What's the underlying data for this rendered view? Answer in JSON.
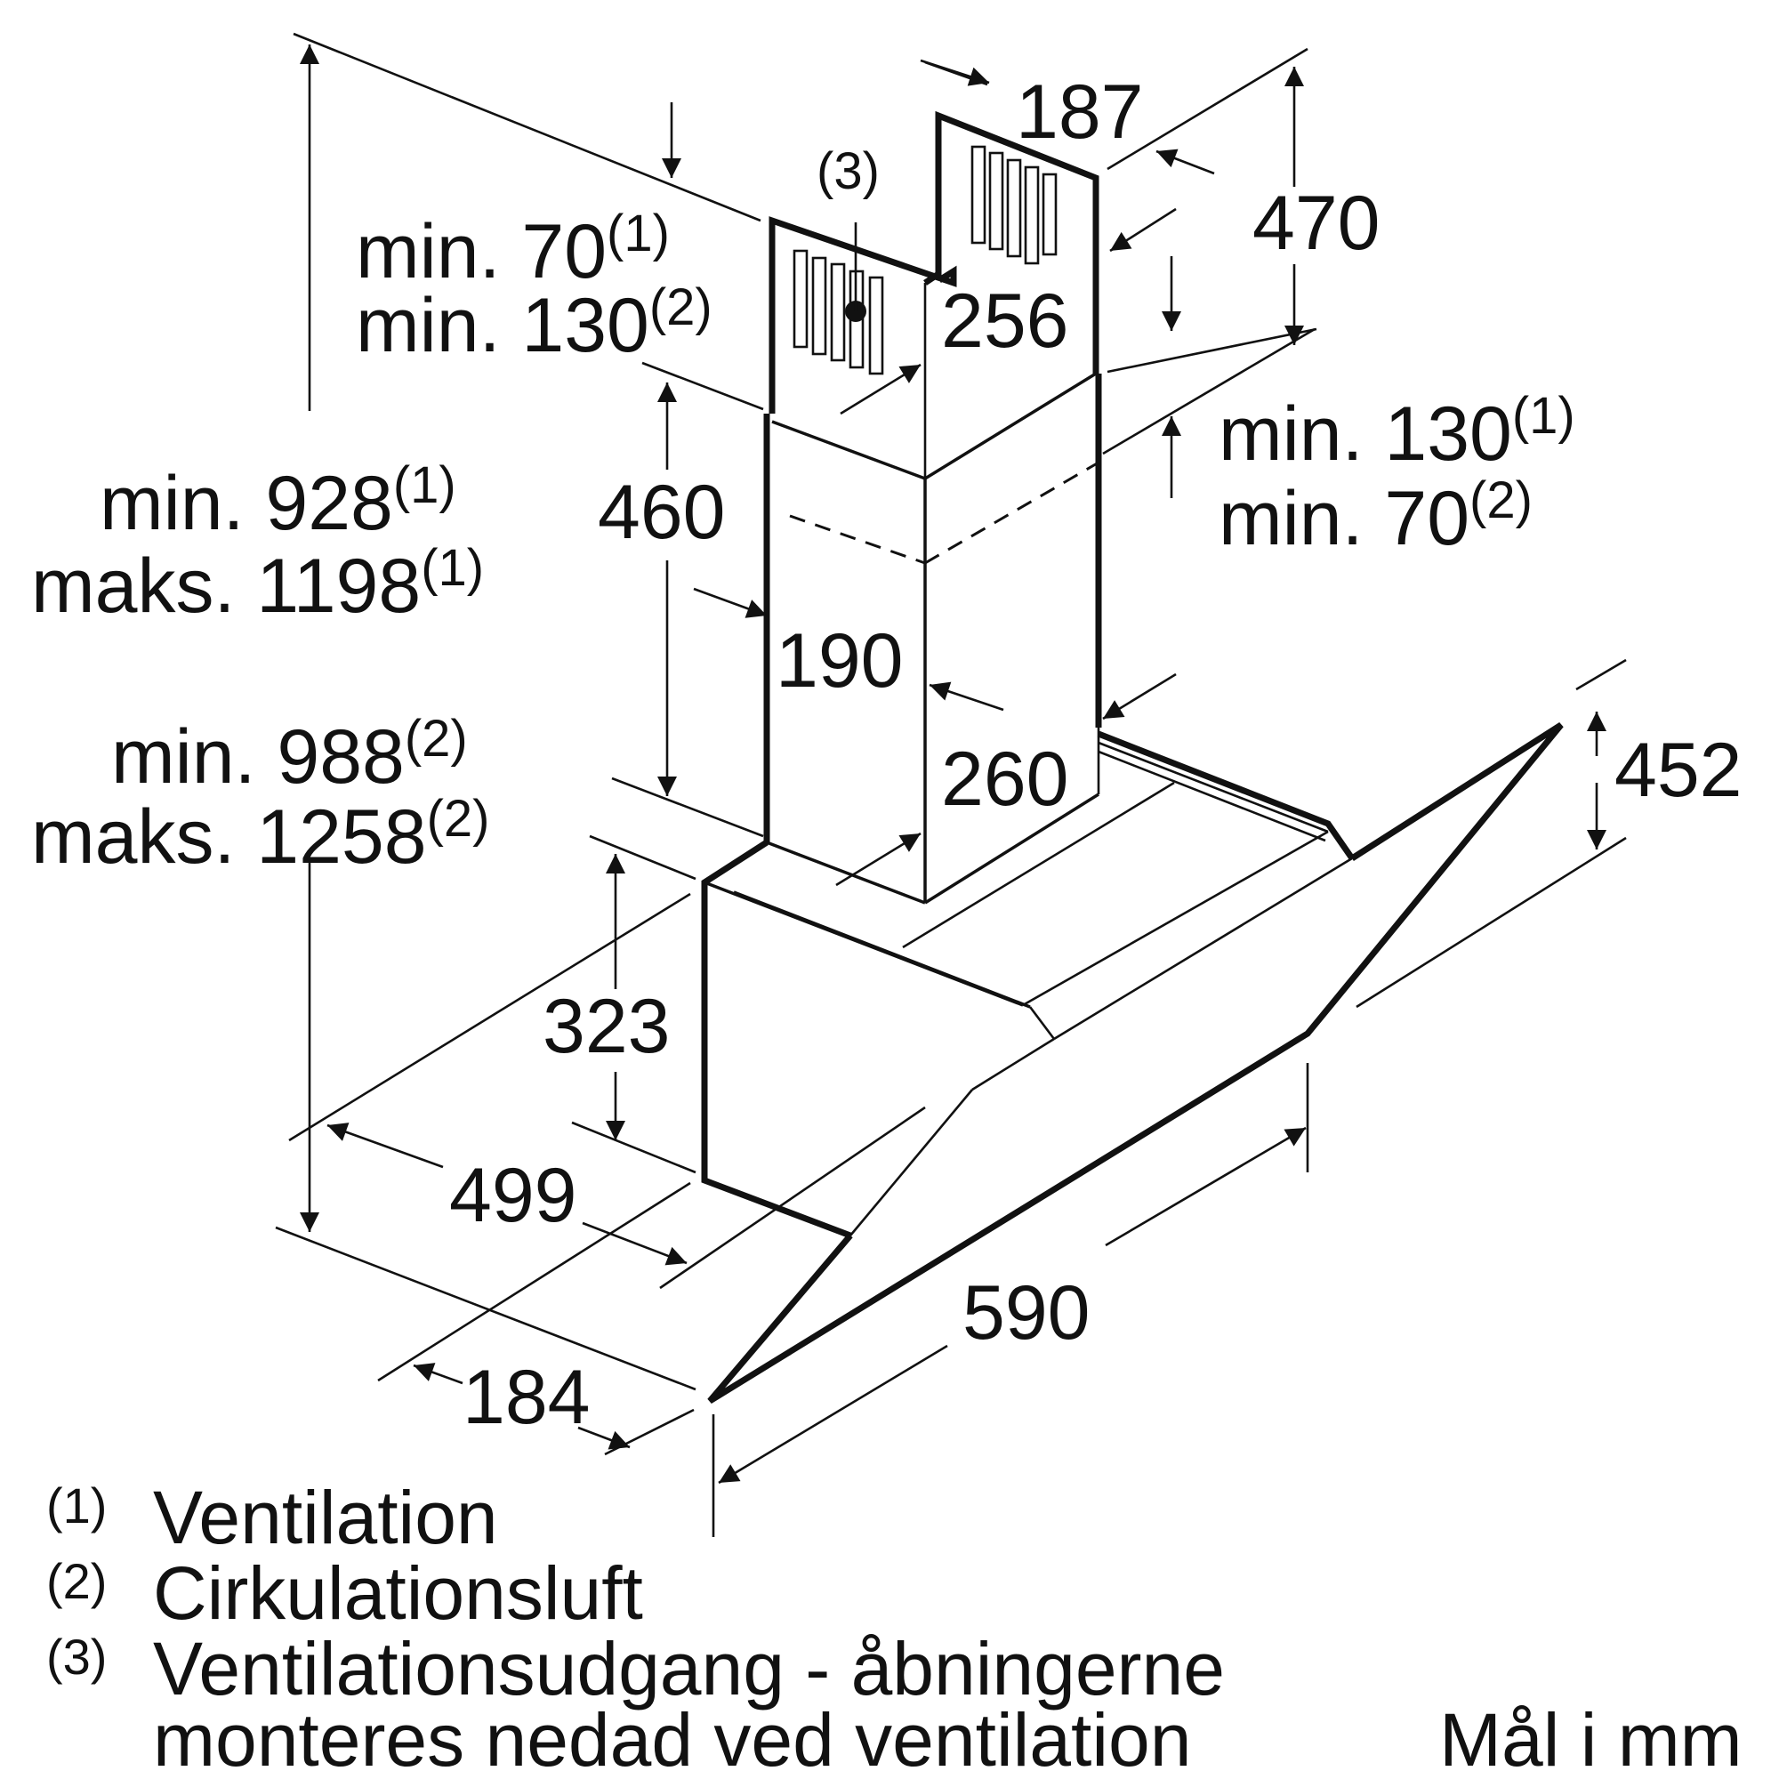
{
  "dimensions": {
    "d187": "187",
    "d470": "470",
    "d256": "256",
    "d460": "460",
    "d190": "190",
    "d260": "260",
    "d452": "452",
    "d323": "323",
    "d499": "499",
    "d184": "184",
    "d590": "590"
  },
  "notes": {
    "top_left_1": "min. 70",
    "top_left_1_ref": "(1)",
    "top_left_2": "min. 130",
    "top_left_2_ref": "(2)",
    "top_right_1": "min. 130",
    "top_right_1_ref": "(1)",
    "top_right_2": "min. 70",
    "top_right_2_ref": "(2)",
    "vent_ref": "(3)",
    "h1_min": "min. 928",
    "h1_min_ref": "(1)",
    "h1_max": "maks. 1198",
    "h1_max_ref": "(1)",
    "h2_min": "min. 988",
    "h2_min_ref": "(2)",
    "h2_max": "maks. 1258",
    "h2_max_ref": "(2)"
  },
  "legend": [
    {
      "num": "(1)",
      "text": "Ventilation"
    },
    {
      "num": "(2)",
      "text": "Cirkulationsluft"
    },
    {
      "num": "(3)",
      "text": "Ventilationsudgang - åbningerne",
      "text2": "monteres nedad ved ventilation"
    }
  ],
  "unit_note": "Mål i mm"
}
